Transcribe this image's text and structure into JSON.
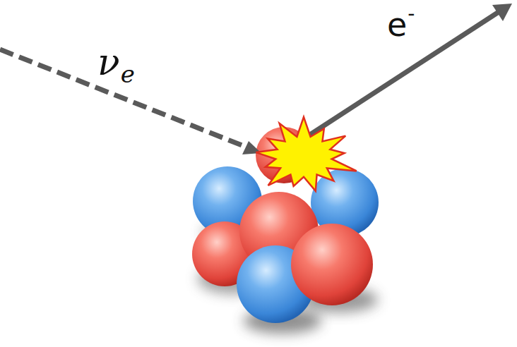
{
  "diagram": {
    "labels": [
      "ν",
      "e",
      "e",
      "-"
    ]
  }
}
